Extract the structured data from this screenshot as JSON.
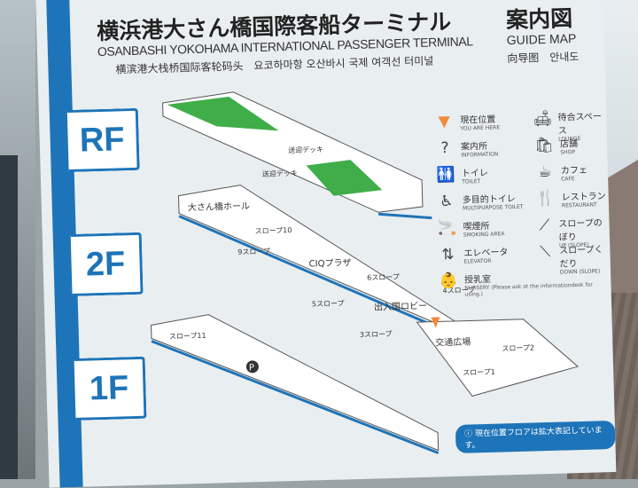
{
  "title": {
    "ja": "横浜港大さん橋国際客船ターミナル",
    "guide_ja": "案内図",
    "en": "OSANBASHI YOKOHAMA INTERNATIONAL PASSENGER TERMINAL",
    "guide_en": "GUIDE MAP",
    "cn_ko": "横滨港大栈桥国际客轮码头　요코하마항 오산바시 국제 여객선 터미널",
    "guide_cn_ko": "向导图　안내도"
  },
  "floors": [
    "RF",
    "2F",
    "1F"
  ],
  "legend": [
    {
      "icon": "you-are-here-icon",
      "glyph": "▼",
      "ja": "現在位置",
      "en": "YOU ARE HERE"
    },
    {
      "icon": "lounge-icon",
      "glyph": "🛋",
      "ja": "待合スペース",
      "en": "LOUNGE"
    },
    {
      "icon": "information-icon",
      "glyph": "?",
      "ja": "案内所",
      "en": "INFORMATION"
    },
    {
      "icon": "shop-icon",
      "glyph": "🛍",
      "ja": "店舗",
      "en": "SHOP"
    },
    {
      "icon": "toilet-icon",
      "glyph": "🚻",
      "ja": "トイレ",
      "en": "TOILET"
    },
    {
      "icon": "cafe-icon",
      "glyph": "☕",
      "ja": "カフェ",
      "en": "CAFE"
    },
    {
      "icon": "multipurpose-toilet-icon",
      "glyph": "♿",
      "ja": "多目的トイレ",
      "en": "MULTIPURPOSE TOILET"
    },
    {
      "icon": "restaurant-icon",
      "glyph": "🍴",
      "ja": "レストラン",
      "en": "RESTAURANT"
    },
    {
      "icon": "smoking-area-icon",
      "glyph": "🚬",
      "ja": "喫煙所",
      "en": "SMOKING AREA"
    },
    {
      "icon": "slope-up-icon",
      "glyph": "⟋",
      "ja": "スロープのぼり",
      "en": "UP (SLOPE)"
    },
    {
      "icon": "elevator-icon",
      "glyph": "⇅",
      "ja": "エレベータ",
      "en": "ELEVATOR"
    },
    {
      "icon": "slope-down-icon",
      "glyph": "⟍",
      "ja": "スロープくだり",
      "en": "DOWN (SLOPE)"
    },
    {
      "icon": "nursery-icon",
      "glyph": "👶",
      "ja": "授乳室",
      "en": "NURSERY (Please ask at the informationdesk for using.)"
    }
  ],
  "map_labels": {
    "deck1": "送迎デッキ",
    "deck2": "送迎デッキ",
    "hall": "大さん橋ホール",
    "ciq": "CIQプラザ",
    "lobby": "出入国ロビー",
    "plaza": "交通広場",
    "slope1": "スロープ1",
    "slope2": "スロープ2",
    "slope3": "3スロープ",
    "slope4": "4スロープ",
    "slope5": "5スロープ",
    "slope6": "6スロープ",
    "slope9": "9スロープ",
    "slope10": "スロープ10",
    "slope11": "スロープ11",
    "parking": "P"
  },
  "note": "現在位置フロアは拡大表記しています。",
  "colors": {
    "blue": "#1e74b8",
    "green": "#3fae49",
    "marker": "#f08a3c"
  }
}
